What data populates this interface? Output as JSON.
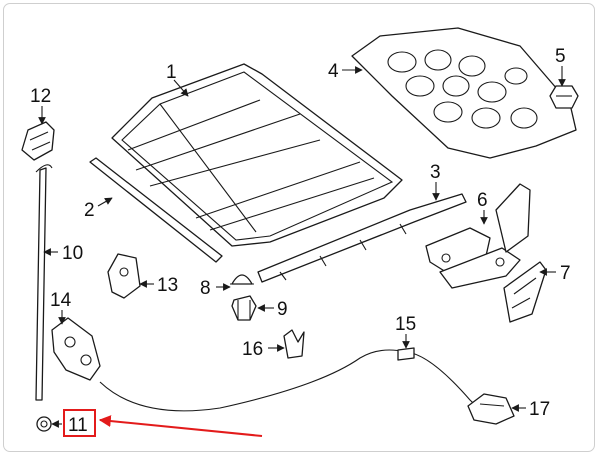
{
  "callouts": [
    {
      "number": "1"
    },
    {
      "number": "2"
    },
    {
      "number": "3"
    },
    {
      "number": "4"
    },
    {
      "number": "5"
    },
    {
      "number": "6"
    },
    {
      "number": "7"
    },
    {
      "number": "8"
    },
    {
      "number": "9"
    },
    {
      "number": "10"
    },
    {
      "number": "11"
    },
    {
      "number": "12"
    },
    {
      "number": "13"
    },
    {
      "number": "14"
    },
    {
      "number": "15"
    },
    {
      "number": "16"
    },
    {
      "number": "17"
    }
  ],
  "colors": {
    "highlight": "#e31b1b",
    "ink": "#1a1a1a",
    "border": "#cfcfcf"
  }
}
